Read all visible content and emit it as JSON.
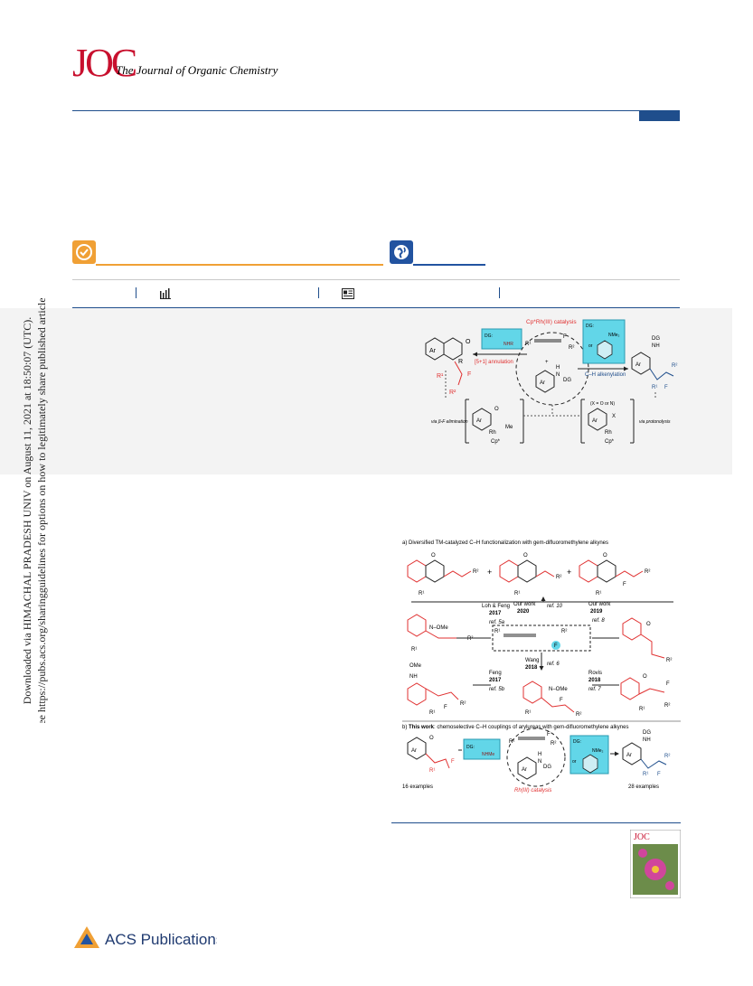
{
  "header": {
    "logo": "JOC",
    "journal_title": "The Journal of Organic Chemistry"
  },
  "side_note": {
    "line1": "Downloaded via HIMACHAL PRADESH UNIV on August 11, 2021 at 18:50:07 (UTC).",
    "line2": "See https://pubs.acs.org/sharingguidelines for options on how to legitimately share published articles."
  },
  "toc": {
    "catalysis": "Cp*Rh(III) catalysis",
    "dg_left": "DG:",
    "nhr": "NHR",
    "annulation": "[5+1] annulation",
    "alkenylation": "C–H alkenylation",
    "dg_right": "DG:",
    "nme2": "NMe₂",
    "or": "or",
    "x_note": "(X = O or N)",
    "via_beta_f": "via β-F elimination",
    "via_protonolysis": "via protonolysis",
    "label_ar": "Ar",
    "label_dg": "DG",
    "label_nh": "NH",
    "label_me": "Me",
    "label_rh": "Rh",
    "label_cp": "Cp*",
    "label_f": "F",
    "label_r": "R",
    "label_r1": "R¹",
    "label_r2": "R²",
    "label_o": "O",
    "label_n": "N",
    "label_h": "H",
    "label_x": "X",
    "label_plus": "+"
  },
  "scheme": {
    "part_a": "a) Diversified TM-catalyzed C–H functionalization with gem-difluoromethylene alkynes",
    "loh_feng": "Loh & Feng",
    "year_2017": "2017",
    "ref_5a": "ref. 5a",
    "our_work": "Our work",
    "year_2020": "2020",
    "ref_10": "ref. 10",
    "our_work_2019": "Our work",
    "year_2019": "2019",
    "ref_8": "ref. 8",
    "feng": "Feng",
    "feng_year": "2017",
    "ref_5b": "ref. 5b",
    "wang": "Wang",
    "year_2018": "2018",
    "ref_6": "ref. 6",
    "rovis": "Rovis",
    "rovis_year": "2018",
    "ref_7": "ref. 7",
    "ome": "OMe",
    "n_ome": "N–OMe",
    "plus": "+",
    "part_b_bold": "This work",
    "part_b_prefix": "b) ",
    "part_b_rest": ": chemoselective C–H couplings of arylureas with gem-difluoromethylene alkynes",
    "examples_16": "16 examples",
    "examples_28": "28 examples",
    "rh_catalysis": "Rh(III) catalysis",
    "dg": "DG:",
    "nhme": "NHMe",
    "nme2": "NMe₂",
    "or": "or",
    "label_ar": "Ar",
    "label_dg": "DG",
    "label_nh": "NH",
    "label_f": "F",
    "label_r1": "R¹",
    "label_r2": "R²",
    "label_o": "O",
    "label_n": "N",
    "label_h": "H"
  },
  "footer": {
    "publisher": "ACS Publications"
  },
  "colors": {
    "brand_red": "#c8102e",
    "navy": "#1f4e8c",
    "orange": "#f0a035",
    "cyan": "#62d6e8"
  },
  "icons": [
    "check-icon",
    "globe-icon",
    "bar-chart-icon",
    "document-icon"
  ]
}
